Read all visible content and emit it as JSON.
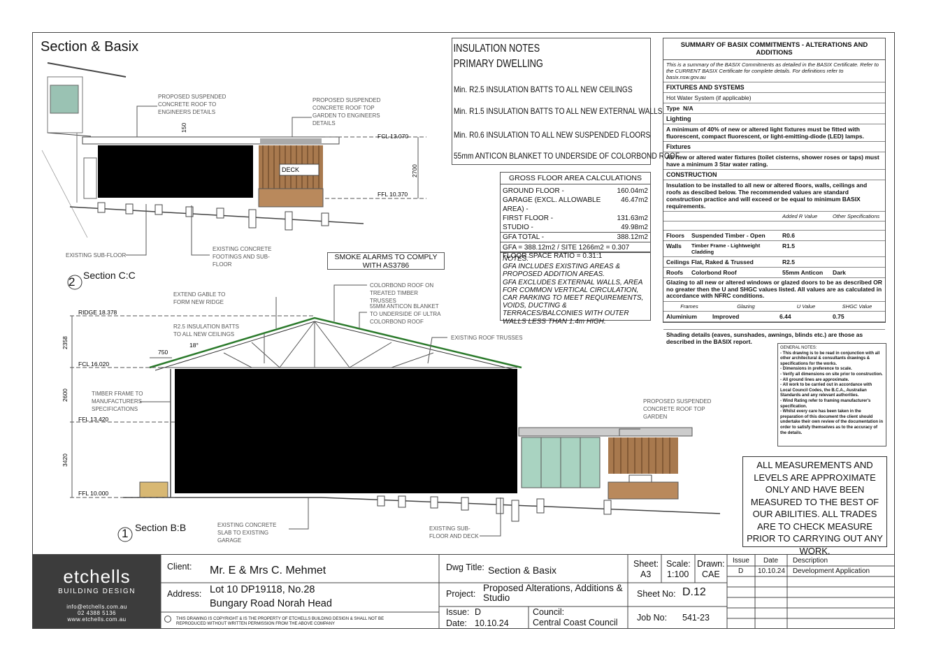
{
  "sheet_title": "Section & Basix",
  "section_cc": {
    "num": "2",
    "label": "Section C:C"
  },
  "section_bb": {
    "num": "1",
    "label": "Section B:B"
  },
  "annotations_cc": {
    "roof": "PROPOSED SUSPENDED CONCRETE ROOF  TO ENGINEERS DETAILS",
    "garden": "PROPOSED SUSPENDED CONCRETE ROOF TOP GARDEN TO ENGINEERS DETAILS",
    "subfloor": "EXISTING SUB-FLOOR",
    "footings": "EXISTING CONCRETE FOOTINGS AND SUB-FLOOR",
    "deck": "DECK",
    "dim_150": "150",
    "dim_2700": "2700",
    "fcl": "FCL 13.070",
    "ffl": "FFL 10.370"
  },
  "annotations_bb": {
    "gable": "EXTEND GABLE TO FORM NEW RIDGE",
    "colorbond": "COLORBOND ROOF ON TREATED TIMBER TRUSSES",
    "anticon": "55mm ANTICON BLANKET TO UNDERSIDE OF ULTRA COLORBOND ROOF",
    "batts": "R2.5 INSULATION BATTS TO ALL NEW CEILINGS",
    "trusses": "EXISTING ROOF TRUSSES",
    "timber": "TIMBER FRAME TO MANUFACTURERS SPECIFICATIONS",
    "garden": "PROPOSED SUSPENDED CONCRETE ROOF TOP GARDEN",
    "slab": "EXISTING CONCRETE SLAB TO EXISTING GARAGE",
    "subfloor": "EXISTING SUB- FLOOR AND DECK",
    "ridge": "RIDGE 18.378",
    "fcl": "FCL 16.020",
    "ffl1": "FFL 13.420",
    "ffl0": "FFL 10.000",
    "d2358": "2358",
    "d2600": "2600",
    "d3420": "3420",
    "d750": "750",
    "pitch": "18°"
  },
  "insulation": {
    "title1": "INSULATION NOTES",
    "title2": "PRIMARY DWELLING",
    "l1": "Min. R2.5 INSULATION BATTS TO ALL NEW CEILINGS",
    "l2": "Min. R1.5 INSULATION BATTS TO ALL NEW EXTERNAL WALLS",
    "l3": "Min. R0.6 INSULATION TO ALL NEW SUSPENDED FLOORS",
    "l4": "55mm ANTICON BLANKET TO UNDERSIDE OF COLORBOND ROOF"
  },
  "gfa": {
    "title": "GROSS FLOOR AREA CALCULATIONS",
    "rows": [
      {
        "k": "GROUND FLOOR -",
        "v": "160.04m2"
      },
      {
        "k": "GARAGE (EXCL. ALLOWABLE AREA) -",
        "v": "46.47m2"
      },
      {
        "k": "FIRST FLOOR -",
        "v": "131.63m2"
      },
      {
        "k": "STUDIO -",
        "v": "49.98m2"
      }
    ],
    "total_k": "GFA TOTAL -",
    "total_v": "388.12m2",
    "ratio1": "GFA = 388.12m2 / SITE 1266m2 = 0.307",
    "ratio2": "FLOOR SPACE RATIO = 0.31:1"
  },
  "notes": "NOTES:\nGFA INCLUDES EXISTING AREAS & PROPOSED ADDITION AREAS.\nGFA EXCLUDES EXTERNAL WALLS, AREA FOR COMMON VERTICAL CIRCULATION, CAR PARKING TO MEET REQUIREMENTS, VOIDS, DUCTING & TERRACES/BALCONIES WITH OUTER WALLS LESS THAN 1.4m HIGH.",
  "smoke": "SMOKE ALARMS TO COMPLY WITH AS3786",
  "basix": {
    "title": "SUMMARY OF BASIX COMMITMENTS - ALTERATIONS AND ADDITIONS",
    "intro": "This is a summary of the BASIX Commitments as detailed in the BASIX Certificate. Refer to the CURRENT BASIX Certificate for complete details.   For definitions refer to basix.nsw.gov.au",
    "fixtures_h": "FIXTURES AND SYSTEMS",
    "hot_water": "Hot Water System  (if applicable)",
    "type_k": "Type",
    "type_v": "N/A",
    "lighting_h": "Lighting",
    "lighting": "A minimum of 40% of new or altered light fixtures must be fitted with fluorescent, compact fluorescent, or light-emitting-diode (LED) lamps.",
    "fixtures_sh": "Fixtures",
    "fixtures": "All new or altered water fixtures (toilet cisterns, shower roses or taps) must have a minimum 3 Star water rating.",
    "construction_h": "CONSTRUCTION",
    "construction": "Insulation to be installed to all new or altered floors, walls, ceilings and roofs as descibed below. The recommended values are standard construction practice and will exceed or be equal to minimum BASIX requirements.",
    "col_r": "Added R Value",
    "col_o": "Other Specifications",
    "rows": [
      {
        "a": "Floors",
        "b": "Suspended Timber - Open",
        "c": "R0.6",
        "d": ""
      },
      {
        "a": "Walls",
        "b": "Timber Frame - Lightweight Cladding",
        "c": "R1.5",
        "d": ""
      },
      {
        "a": "Ceilings",
        "b": "Flat, Raked & Trussed",
        "c": "R2.5",
        "d": ""
      },
      {
        "a": "Roofs",
        "b": "Colorbond Roof",
        "c": "55mm Anticon",
        "d": "Dark"
      }
    ],
    "glazing": "Glazing to all new or altered windows or glazed doors to be as described OR    no greater then the U and SHGC values listed. All values are as calculated in accordance with NFRC conditions.",
    "g_cols": [
      "Frames",
      "Glazing",
      "U  Value",
      "SHGC  Value"
    ],
    "g_row": [
      "Aluminium",
      "Improved",
      "6.44",
      "0.75"
    ],
    "shading": "Shading details (eaves, sunshades, awnings, blinds etc.) are those as described in the BASIX report."
  },
  "general_notes": {
    "title": "GENERAL NOTES:",
    "items": [
      "- This drawing is to be read in conjunction with all other architectural & consultants drawings & specifications for the works.",
      "- Dimensions in preference to scale.",
      "- Verify all dimensions on site prior to construction.",
      "- All ground lines are approximate.",
      "- All work to be carried out in accordance with Local Council Codes, the B.C.A., Australian Standards and any relevant authorities.",
      "- Wind Rating refer to framing manufacturer's specification.",
      "- Whilst every care has been taken in the preparation of this document the client should undertake their own review of the documentation in order to satisfy themselves as to the accuracy of the details."
    ]
  },
  "measurements": "ALL MEASUREMENTS AND LEVELS ARE APPROXIMATE ONLY AND HAVE BEEN MEASURED TO THE BEST OF OUR ABILITIES. ALL TRADES ARE TO CHECK MEASURE PRIOR TO CARRYING OUT ANY WORK.",
  "titleblock": {
    "logo": "etchells",
    "logo_sub": "BUILDING DESIGN",
    "email": "info@etchells.com.au",
    "phone": "02 4388 5136",
    "web": "www.etchells.com.au",
    "client_k": "Client:",
    "client_v": "Mr. E & Mrs C. Mehmet",
    "address_k": "Address:",
    "address_v1": "Lot 10 DP19118, No.28",
    "address_v2": "Bungary Road Norah Head",
    "copyright": "THIS DRAWING IS COPYRIGHT & IS THE PROPERTY OF ETCHELLS BUILDING DESIGN & SHALL NOT BE REPRODUCED WITHOUT WRITTEN PERMISSION FROM THE ABOVE COMPANY",
    "dwg_k": "Dwg Title:",
    "dwg_v": "Section & Basix",
    "project_k": "Project:",
    "project_v": "Proposed Alterations, Additions & Studio",
    "issue_k": "Issue:",
    "issue_v": "D",
    "date_k": "Date:",
    "date_v": "10.10.24",
    "council_k": "Council:",
    "council_v": "Central Coast Council",
    "sheet_k": "Sheet:",
    "sheet_v": "A3",
    "scale_k": "Scale:",
    "scale_v": "1:100",
    "drawn_k": "Drawn:",
    "drawn_v": "CAE",
    "sheetno_k": "Sheet No:",
    "sheetno_v": "D.12",
    "job_k": "Job No:",
    "job_v": "541-23",
    "rev_cols": [
      "Issue",
      "Date",
      "Description"
    ],
    "rev_row": [
      "D",
      "10.10.24",
      "Development Application"
    ]
  }
}
